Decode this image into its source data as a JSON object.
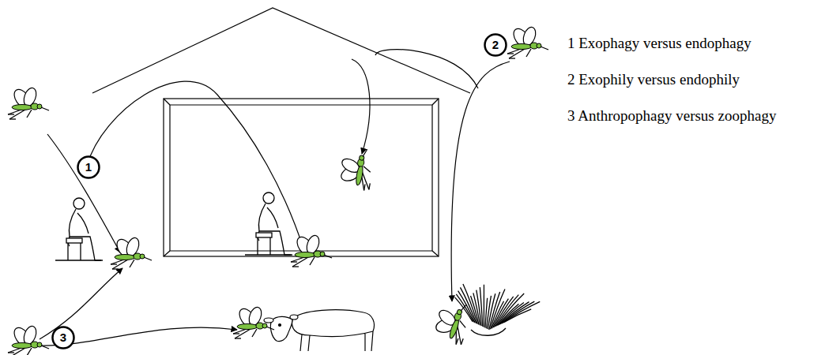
{
  "diagram": {
    "nodes": [
      {
        "text": [
          "1"
        ]
      },
      {
        "text": [
          "2"
        ]
      },
      {
        "text": [
          "3"
        ]
      }
    ],
    "labels": [
      "1 Exophagy versus endophagy",
      "2 Exophily versus endophily",
      "3 Anthropophagy versus zoophagy"
    ]
  }
}
